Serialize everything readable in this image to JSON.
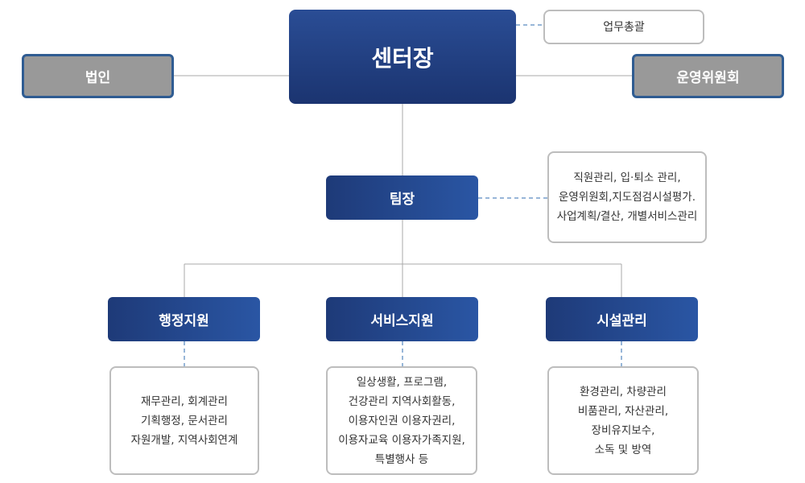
{
  "head": {
    "title": "센터장",
    "note": "업무총괄"
  },
  "side_left": {
    "title": "법인"
  },
  "side_right": {
    "title": "운영위원회"
  },
  "team_lead": {
    "title": "팀장",
    "duties": [
      "직원관리, 입·퇴소 관리,",
      "운영위원회,지도점검시설평가.",
      "사업계획/결산, 개별서비스관리"
    ]
  },
  "departments": [
    {
      "title": "행정지원",
      "duties": [
        "재무관리, 회계관리",
        "기획행정, 문서관리",
        "자원개발, 지역사회연계"
      ]
    },
    {
      "title": "서비스지원",
      "duties": [
        "일상생활, 프로그램,",
        "건강관리 지역사회활동,",
        "이용자인권 이용자권리,",
        "이용자교육 이용자가족지원,",
        "특별행사 등"
      ]
    },
    {
      "title": "시설관리",
      "duties": [
        "환경관리, 차량관리",
        "비품관리, 자산관리,",
        "장비유지보수,",
        "소독 및 방역"
      ]
    }
  ],
  "colors": {
    "node_blue": "#22418a",
    "side_gray": "#999999",
    "side_border": "#2f5c92",
    "line": "#aaaaaa",
    "dash": "#2f6db0"
  }
}
